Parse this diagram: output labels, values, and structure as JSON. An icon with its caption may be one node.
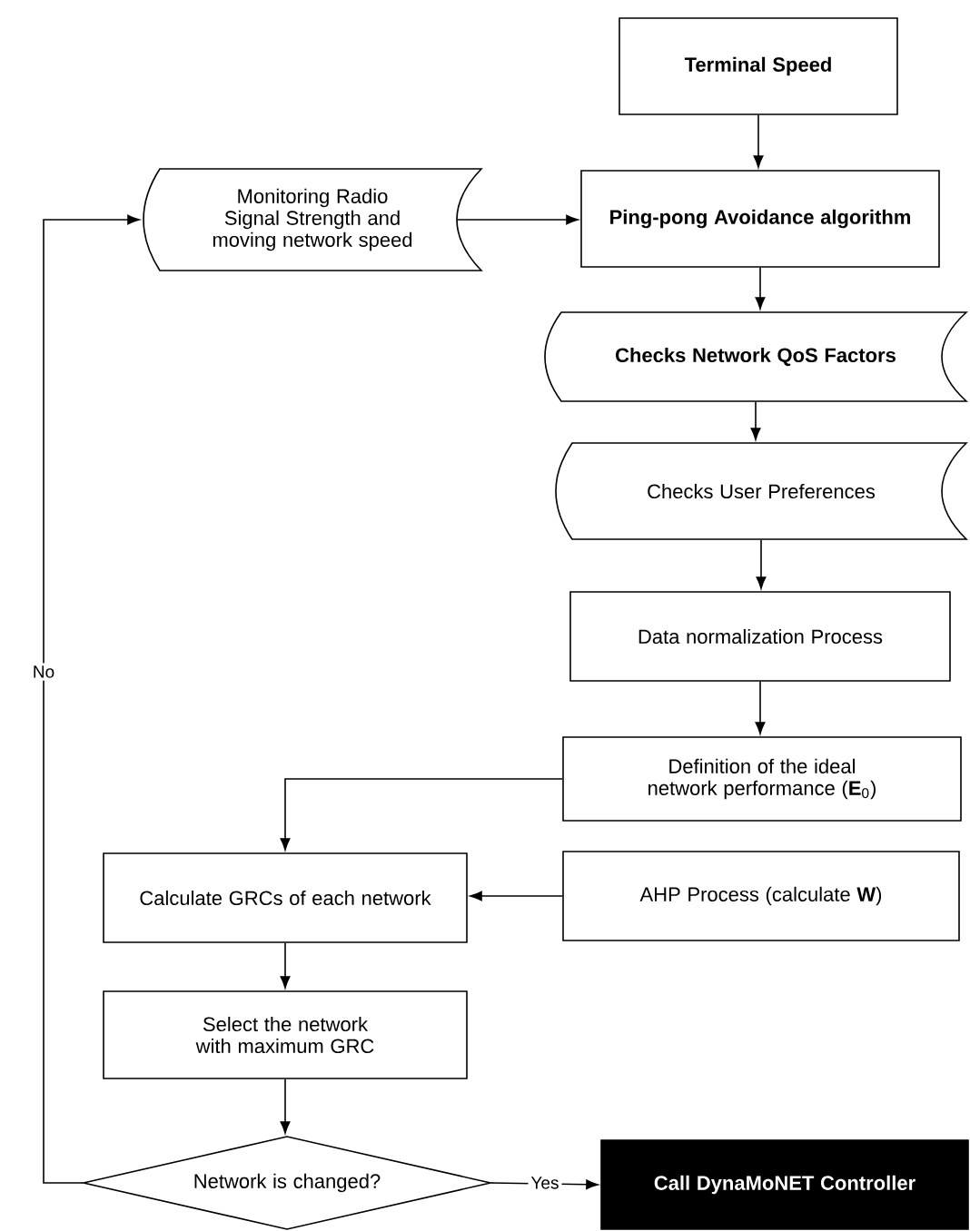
{
  "diagram": {
    "nodes": [
      {
        "text": [
          "Terminal Speed"
        ]
      },
      {
        "text": [
          "Monitoring Radio Signal Strength and moving network speed"
        ]
      },
      {
        "text": [
          "Ping-pong Avoidance algorithm"
        ]
      },
      {
        "text": [
          "Checks Network QoS Factors"
        ]
      },
      {
        "text": [
          "Checks User Preferences"
        ]
      },
      {
        "text": [
          "Data normalization Process"
        ]
      },
      {
        "text": [
          "Definition of the ideal network performance (**E**$_{0}$)"
        ]
      },
      {
        "text": [
          "Calculate GRCs of each network"
        ]
      },
      {
        "text": [
          "AHP Process (calculate **W**)"
        ]
      },
      {
        "text": [
          "Select the network with maximum GRC"
        ]
      },
      {
        "text": [
          "Network is changed?"
        ]
      },
      {
        "text": [
          "Call DynaMoNET Controller"
        ]
      }
    ],
    "edges": [
      {
        "from": 0,
        "to": 2,
        "arrow": "to"
      },
      {
        "from": 1,
        "to": 2,
        "arrow": "to"
      },
      {
        "from": 2,
        "to": 3,
        "arrow": "to"
      },
      {
        "from": 3,
        "to": 4,
        "arrow": "to"
      },
      {
        "from": 4,
        "to": 5,
        "arrow": "to"
      },
      {
        "from": 5,
        "to": 6,
        "arrow": "to"
      },
      {
        "from": 6,
        "to": 7,
        "arrow": "to"
      },
      {
        "from": 8,
        "to": 7,
        "arrow": "to"
      },
      {
        "from": 7,
        "to": 9,
        "arrow": "to"
      },
      {
        "from": 9,
        "to": 10,
        "arrow": "to"
      },
      {
        "from": 10,
        "to": 11,
        "label": "Yes",
        "arrow": "to"
      },
      {
        "from": 10,
        "to": 1,
        "label": "No",
        "arrow": "to"
      }
    ]
  }
}
